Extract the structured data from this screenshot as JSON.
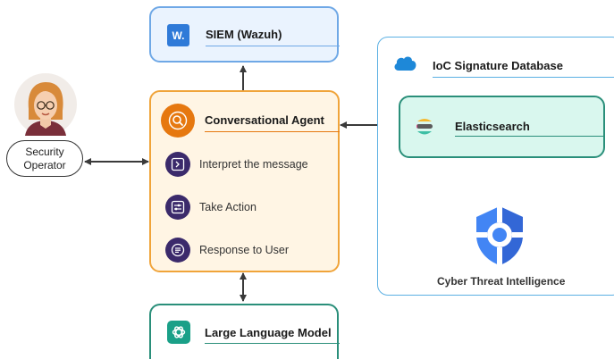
{
  "siem": {
    "title": "SIEM (Wazuh)",
    "logo_letter": "W."
  },
  "agent": {
    "title": "Conversational Agent",
    "steps": [
      {
        "label": "Interpret the message",
        "icon": "code-bracket-icon"
      },
      {
        "label": "Take Action",
        "icon": "settings-sliders-icon"
      },
      {
        "label": "Response to User",
        "icon": "chat-lines-icon"
      }
    ]
  },
  "operator": {
    "label_line1": "Security",
    "label_line2": "Operator"
  },
  "llm": {
    "title": "Large Language Model"
  },
  "ioc": {
    "title": "IoC Signature Database"
  },
  "elastic": {
    "title": "Elasticsearch"
  },
  "cti": {
    "title": "Cyber Threat Intelligence"
  },
  "colors": {
    "siem_bg": "#eaf3fe",
    "siem_border": "#6fa8e6",
    "agent_bg": "#fff5e4",
    "agent_border": "#f0a43a",
    "agent_accent": "#e6780f",
    "step_icon_bg": "#3b2a6b",
    "llm_border": "#2a8f7a",
    "llm_logo": "#1aa088",
    "ioc_border": "#5bb0e3",
    "elastic_bg": "#d9f7ee",
    "elastic_border": "#2a8f7a",
    "cti_blue": "#4285f4"
  }
}
